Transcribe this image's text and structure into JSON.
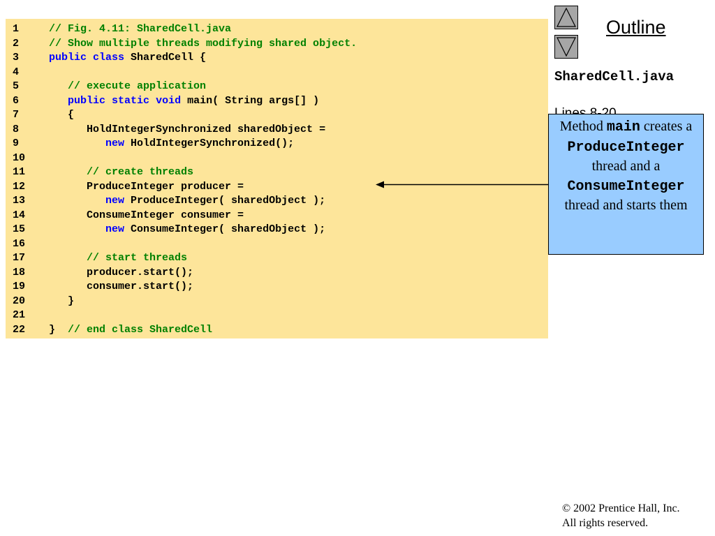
{
  "sidebar": {
    "outline_title": "Outline",
    "file_name": "SharedCell.java",
    "hidden_label": "Lines 8-20",
    "nav_up_icon": "triangle-up-icon",
    "nav_down_icon": "triangle-down-icon"
  },
  "colors": {
    "code_background": "#fde59a",
    "comment": "#008000",
    "keyword": "#0000ff",
    "callout_background": "#99ccff",
    "nav_button": "#a6a6a6"
  },
  "code": [
    {
      "n": "1",
      "segments": [
        {
          "t": "// Fig. 4.11: SharedCell.java",
          "c": "cmt"
        }
      ]
    },
    {
      "n": "2",
      "segments": [
        {
          "t": "// Show multiple threads modifying shared object.",
          "c": "cmt"
        }
      ]
    },
    {
      "n": "3",
      "segments": [
        {
          "t": "public",
          "c": "kw"
        },
        {
          "t": " "
        },
        {
          "t": "class",
          "c": "kw"
        },
        {
          "t": " SharedCell {"
        }
      ]
    },
    {
      "n": "4",
      "segments": []
    },
    {
      "n": "5",
      "segments": [
        {
          "t": "   "
        },
        {
          "t": "// execute application",
          "c": "cmt"
        }
      ]
    },
    {
      "n": "6",
      "segments": [
        {
          "t": "   "
        },
        {
          "t": "public",
          "c": "kw"
        },
        {
          "t": " "
        },
        {
          "t": "static",
          "c": "kw"
        },
        {
          "t": " "
        },
        {
          "t": "void",
          "c": "kw"
        },
        {
          "t": " main( String args[] )"
        }
      ]
    },
    {
      "n": "7",
      "segments": [
        {
          "t": "   {"
        }
      ]
    },
    {
      "n": "8",
      "segments": [
        {
          "t": "      HoldIntegerSynchronized sharedObject ="
        }
      ]
    },
    {
      "n": "9",
      "segments": [
        {
          "t": "         "
        },
        {
          "t": "new",
          "c": "kw"
        },
        {
          "t": " HoldIntegerSynchronized();"
        }
      ]
    },
    {
      "n": "10",
      "segments": []
    },
    {
      "n": "11",
      "segments": [
        {
          "t": "      "
        },
        {
          "t": "// create threads",
          "c": "cmt"
        }
      ]
    },
    {
      "n": "12",
      "segments": [
        {
          "t": "      ProduceInteger producer ="
        }
      ]
    },
    {
      "n": "13",
      "segments": [
        {
          "t": "         "
        },
        {
          "t": "new",
          "c": "kw"
        },
        {
          "t": " ProduceInteger( sharedObject );"
        }
      ]
    },
    {
      "n": "14",
      "segments": [
        {
          "t": "      ConsumeInteger consumer ="
        }
      ]
    },
    {
      "n": "15",
      "segments": [
        {
          "t": "         "
        },
        {
          "t": "new",
          "c": "kw"
        },
        {
          "t": " ConsumeInteger( sharedObject );"
        }
      ]
    },
    {
      "n": "16",
      "segments": []
    },
    {
      "n": "17",
      "segments": [
        {
          "t": "      "
        },
        {
          "t": "// start threads",
          "c": "cmt"
        }
      ]
    },
    {
      "n": "18",
      "segments": [
        {
          "t": "      producer.start();"
        }
      ]
    },
    {
      "n": "19",
      "segments": [
        {
          "t": "      consumer.start();"
        }
      ]
    },
    {
      "n": "20",
      "segments": [
        {
          "t": "   }"
        }
      ]
    },
    {
      "n": "21",
      "segments": []
    },
    {
      "n": "22",
      "segments": [
        {
          "t": "}  "
        },
        {
          "t": "// end class SharedCell",
          "c": "cmt"
        }
      ]
    }
  ],
  "callout": {
    "part1": "Method ",
    "part2": "main",
    "part3": " creates a ",
    "part4": "ProduceInteger",
    "part5": " thread and a ",
    "part6": "ConsumeInteger",
    "part7": " thread and starts them"
  },
  "footer": {
    "copyright_line1": "© 2002 Prentice Hall, Inc.",
    "copyright_line2": "All rights reserved."
  }
}
